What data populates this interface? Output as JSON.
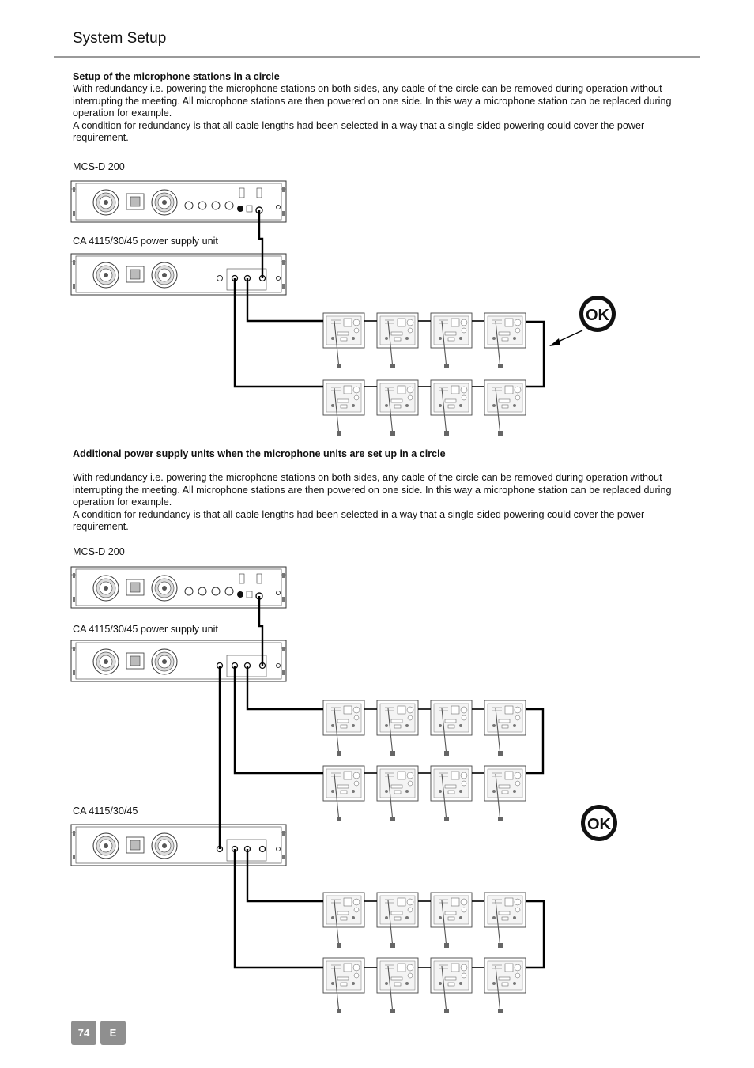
{
  "header": {
    "title": "System Setup"
  },
  "section1": {
    "heading": "Setup of the microphone stations in a circle",
    "paragraph1": "With redundancy i.e. powering the microphone stations on both sides, any cable of the circle can be removed during operation without interrupting the meeting. All microphone stations are then powered on one side. In this way a microphone station can be replaced during operation for example.",
    "paragraph2": "A condition for redundancy is that all cable lengths had been selected in a way that a single-sided powering could cover the power requirement."
  },
  "diagram1": {
    "label_mcs": "MCS-D 200",
    "label_psu": "CA 4115/30/45 power supply unit",
    "ok_badge": "OK"
  },
  "section2": {
    "heading": "Additional power supply units when the microphone units are set up in a circle",
    "paragraph1": "With redundancy i.e. powering the microphone stations on both sides, any cable of the circle can be removed during operation without interrupting the meeting. All microphone stations are then powered on one side. In this way a microphone station can be replaced during operation for example.",
    "paragraph2": "A condition for redundancy is that all cable lengths had been selected in a way that a single-sided powering could cover the power requirement."
  },
  "diagram2": {
    "label_mcs": "MCS-D 200",
    "label_psu": "CA 4115/30/45 power supply unit",
    "label_psu2": "CA 4115/30/45",
    "ok_badge": "OK"
  },
  "footer": {
    "page_number": "74",
    "language": "E"
  }
}
